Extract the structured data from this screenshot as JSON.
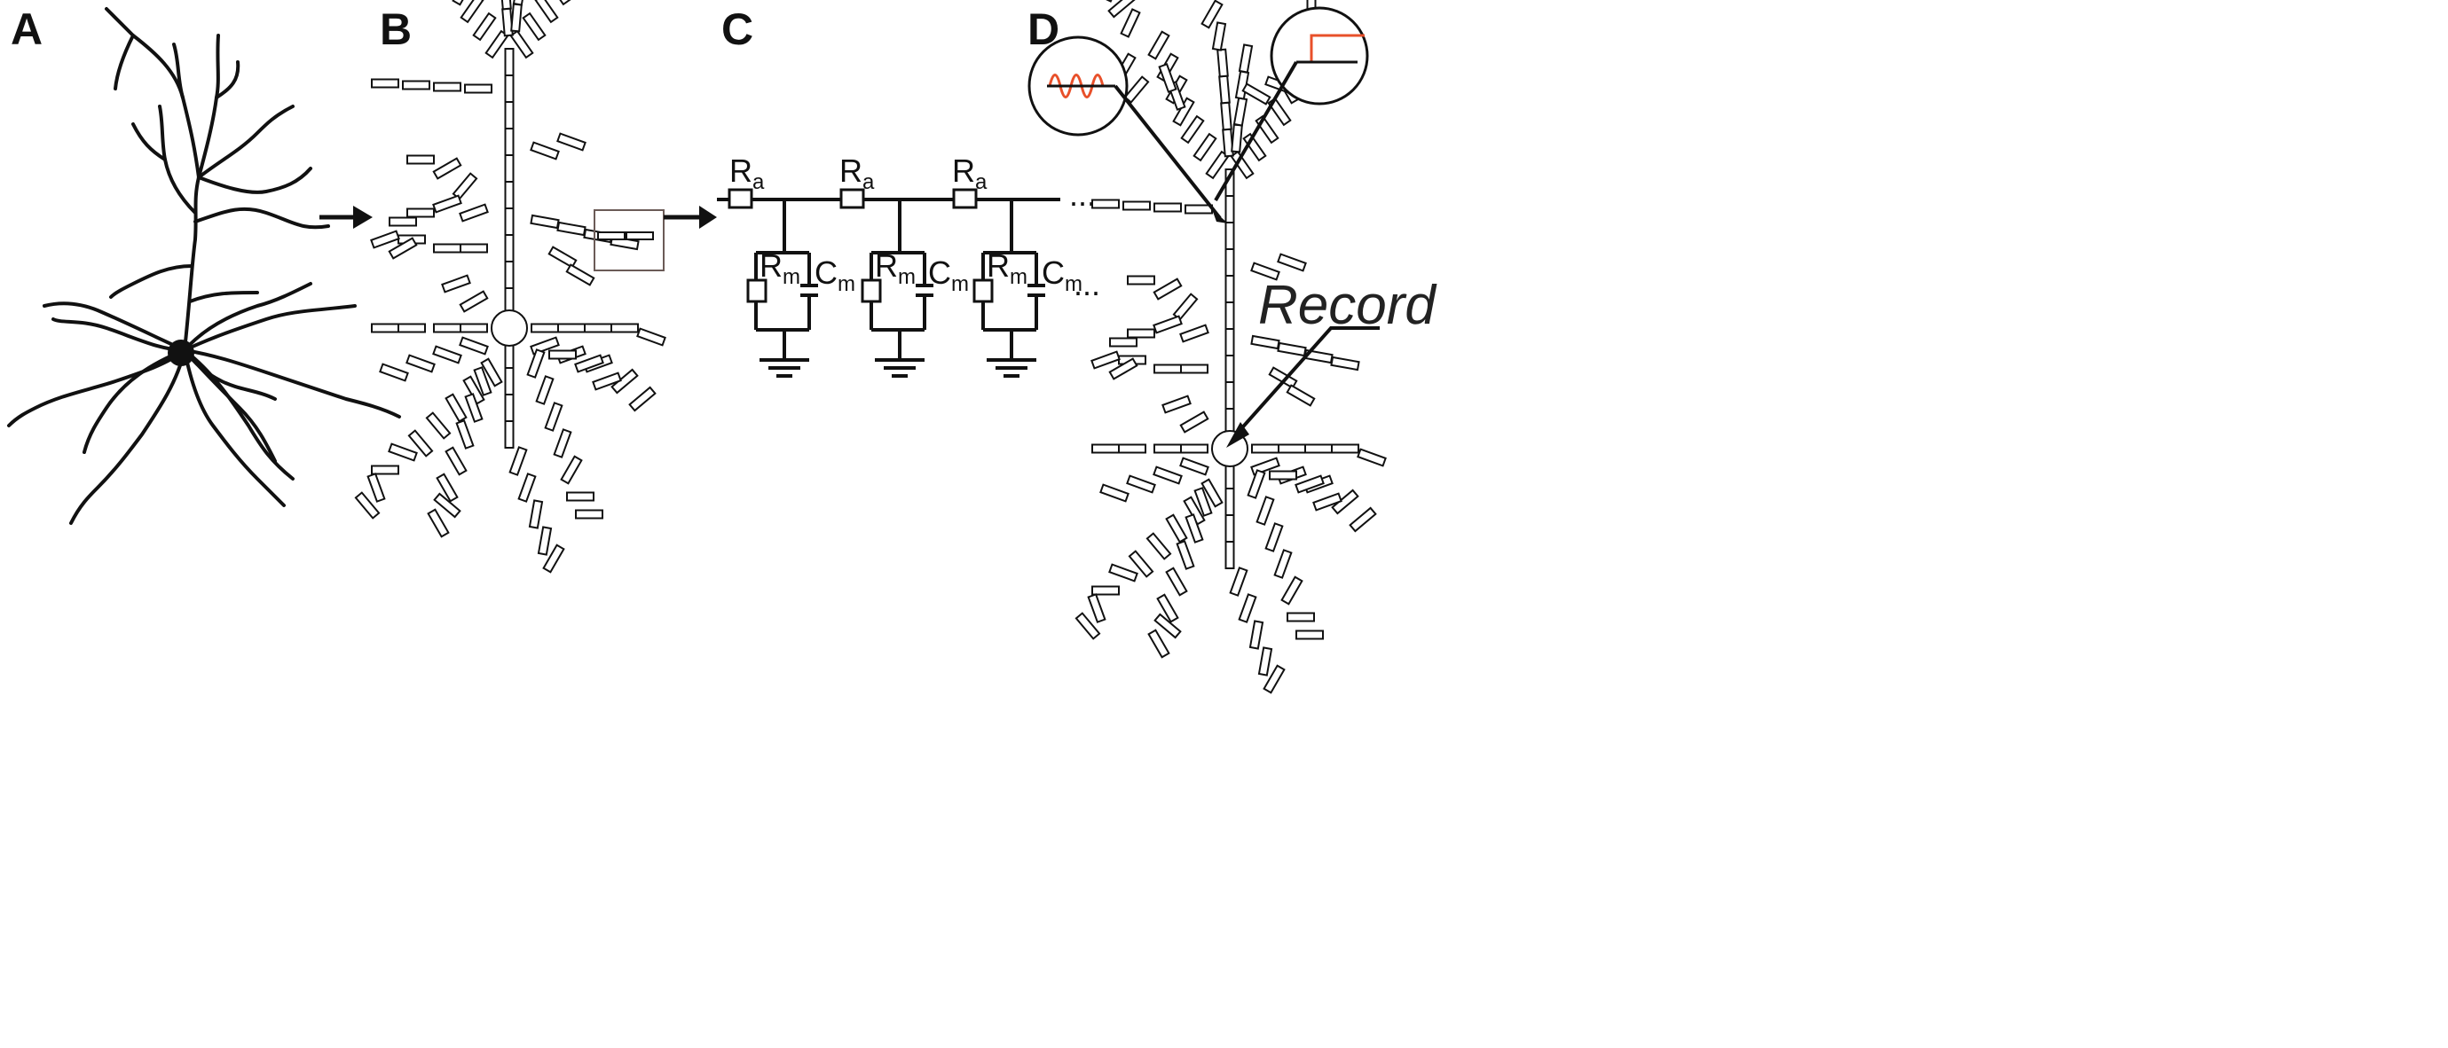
{
  "panels": {
    "a": "A",
    "b": "B",
    "c": "C",
    "d": "D"
  },
  "circuit": {
    "axial_resistor": "R",
    "axial_resistor_sub": "a",
    "membrane_resistor": "R",
    "membrane_resistor_sub": "m",
    "membrane_capacitor": "C",
    "membrane_capacitor_sub": "m",
    "continuation": "..."
  },
  "recording": {
    "label": "Record"
  },
  "colors": {
    "line": "#111111",
    "stimulus": "#e8502a",
    "zoom_box": "#6b5b57"
  }
}
